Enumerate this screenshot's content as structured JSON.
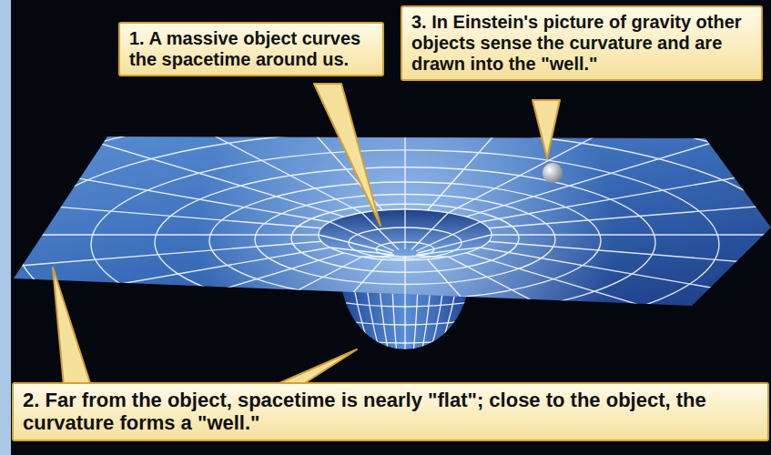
{
  "diagram": {
    "nodes": [
      {
        "text": [
          "1. A massive object curves the spacetime around us."
        ]
      },
      {
        "text": [
          "3. In Einstein's picture of gravity other objects sense the curvature and are drawn into the \"well.\""
        ]
      },
      {
        "text": [
          "2. Far from the object, spacetime is nearly \"flat\"; close to the object, the curvature forms a \"well.\""
        ]
      }
    ]
  }
}
